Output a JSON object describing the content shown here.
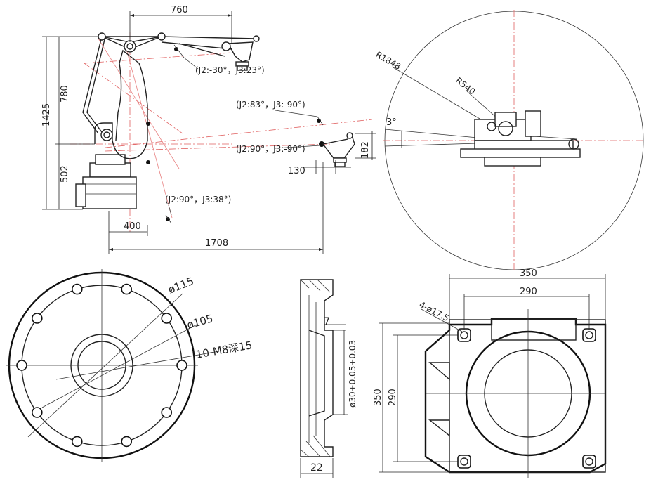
{
  "robot_side_view": {
    "dim_reach_top": "760",
    "dim_total_height": "1425",
    "dim_upper_height": "780",
    "dim_base_height": "502",
    "dim_base_offset": "400",
    "dim_max_reach": "1708",
    "dim_wrist_offset": "130",
    "dim_wrist_height": "182",
    "pose_1": "(J2:-30°，J3:23°)",
    "pose_2": "(J2:83°，J3:-90°)",
    "pose_3": "(J2:90°，J3:-90°)",
    "pose_4": "(J2:90°，J3:38°)"
  },
  "robot_top_view": {
    "radius_outer": "R1848",
    "radius_inner": "R540",
    "angle": "3°"
  },
  "flange_front": {
    "dia_outer": "ø115",
    "dia_pcd": "ø105",
    "holes": "10-M8深15"
  },
  "flange_section": {
    "depth": "7",
    "bore": "ø30+0.05+0.03",
    "thickness": "22"
  },
  "base_plate": {
    "width_outer": "350",
    "width_holes": "290",
    "height_outer": "350",
    "height_holes": "290",
    "holes": "4-ø17.5"
  }
}
